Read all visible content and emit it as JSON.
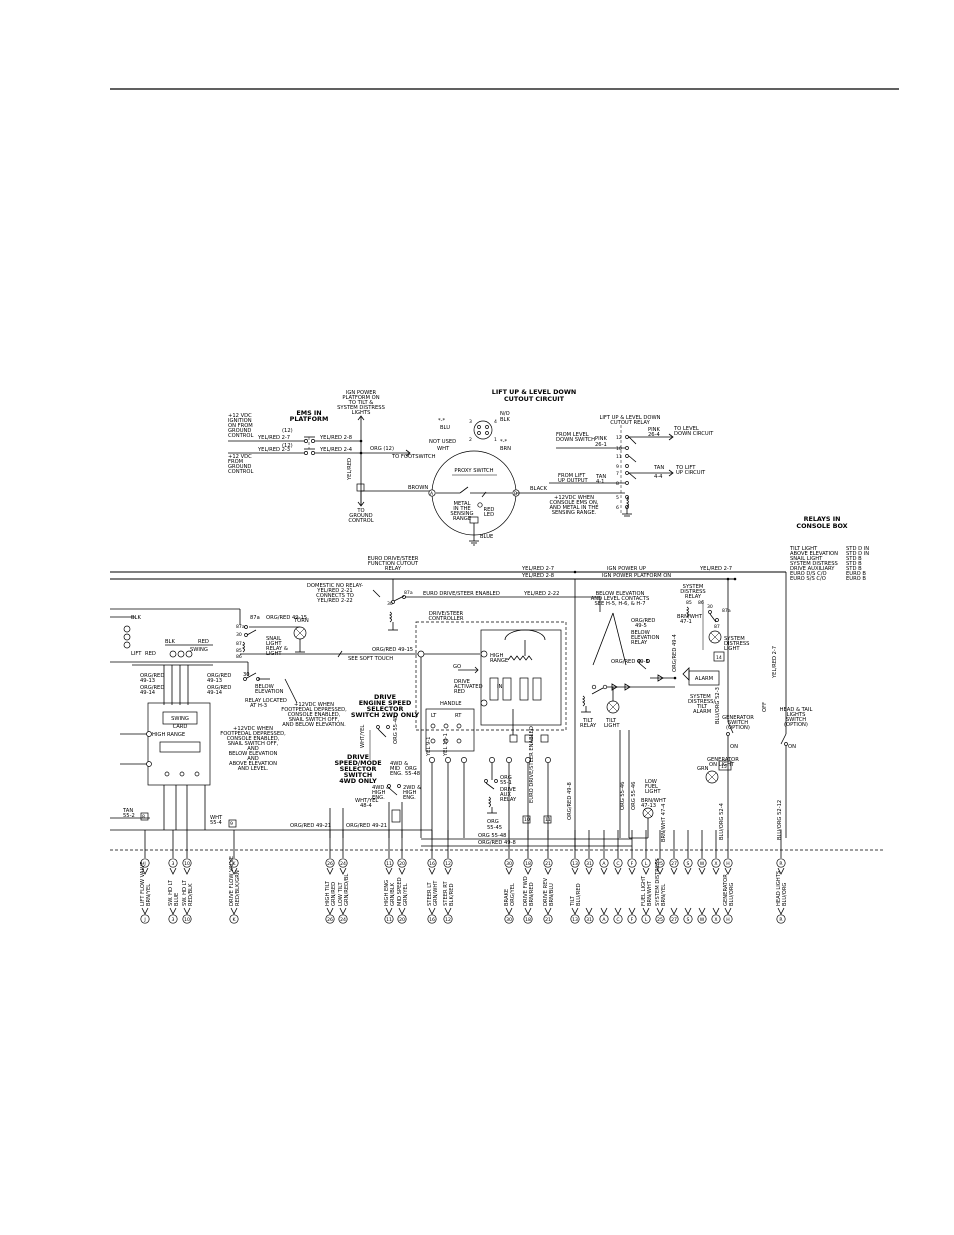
{
  "upper": {
    "title_line1": "LIFT UP & LEVEL DOWN",
    "title_line2": "CUTOUT CIRCUIT",
    "ign_power": [
      "IGN POWER",
      "PLATFORM ON",
      "TO TILT &",
      "SYSTEM DISTRESS",
      "LIGHTS"
    ],
    "vdc_ignition": [
      "+12 VDC",
      "IGNITION",
      "ON FROM",
      "GROUND",
      "CONTROL"
    ],
    "vdc_ground": [
      "+12 VDC",
      "FROM",
      "GROUND",
      "CONTROL"
    ],
    "ems": [
      "EMS IN",
      "PLATFORM"
    ],
    "wires": {
      "w27": "YEL/RED 2-7",
      "w23": "YEL/RED 2-3",
      "w28": "YEL/RED 2-8",
      "w24": "YEL/RED 2-4",
      "n12a": "(12)",
      "n12b": "(12)",
      "orgn": "ORG (12)",
      "tofoot": "TO FOOTSWITCH",
      "yelred_v": "YEL/RED",
      "toground": [
        "TO",
        "GROUND",
        "CONTROL"
      ],
      "brown": "BROWN",
      "black": "BLACK"
    },
    "connector": {
      "blu": "BLU",
      "nobl": "N/O",
      "blk": "BLK",
      "notused": "NOT USED",
      "wht": "WHT",
      "brn": "BRN",
      "pins": [
        "1",
        "2",
        "3",
        "4"
      ],
      "stars": [
        "*-*",
        "*-*"
      ]
    },
    "proxy": {
      "label": "PROXY SWITCH",
      "metal": [
        "METAL",
        "IN THE",
        "SENSING",
        "RANGE"
      ],
      "led": [
        "RED",
        "LED"
      ],
      "blue": "BLUE",
      "note": [
        "+12VDC WHEN",
        "CONSOLE EMS ON,",
        "AND METAL IN THE",
        "SENSING RANGE."
      ],
      "pin_a": "A",
      "pin_b": "B"
    },
    "relay": {
      "title": [
        "LIFT UP & LEVEL DOWN",
        "CUTOUT RELAY"
      ],
      "pink_label": "PINK",
      "pink_wire": "26-4",
      "to_level": [
        "TO LEVEL",
        "DOWN CIRCUIT"
      ],
      "from_level": [
        "FROM LEVEL",
        "DOWN SWITCH"
      ],
      "pink_in": "PINK",
      "pink_in_wire": "26-1",
      "from_lift": [
        "FROM LIFT",
        "UP OUTPUT"
      ],
      "tan_in": "TAN",
      "tan_in_wire": "4-1",
      "tan_out": "TAN",
      "tan_out_wire": "4-4",
      "to_lift": [
        "TO LIFT",
        "UP CIRCUIT"
      ],
      "pins": [
        "12",
        "10",
        "11",
        "9",
        "7",
        "8",
        "5",
        "6"
      ]
    }
  },
  "relays_box": {
    "title": [
      "RELAYS IN",
      "CONSOLE BOX"
    ],
    "rows": [
      {
        "name": "TILT LIGHT",
        "value": "STD D IN"
      },
      {
        "name": "ABOVE ELEVATION",
        "value": "STD D IN"
      },
      {
        "name": "SNAIL LIGHT",
        "value": "STD B"
      },
      {
        "name": "SYSTEM DISTRESS",
        "value": "STD B"
      },
      {
        "name": "DRIVE AUXILIARY",
        "value": "STD B"
      },
      {
        "name": "EURO D/S C/O",
        "value": "EURO B"
      },
      {
        "name": "EURO S/S C/O",
        "value": "EURO B"
      }
    ]
  },
  "lower": {
    "euro_title": [
      "EURO DRIVE/STEER",
      "FUNCTION CUTOUT",
      "RELAY"
    ],
    "bus": {
      "yelred27": "YEL/RED 2-7",
      "yelred28": "YEL/RED 2-8",
      "ign_up": "IGN POWER UP",
      "ign_plat": "IGN POWER PLATFORM ON",
      "yelred27b": "YEL/RED 2-7",
      "yelred222": "YEL/RED 2-22",
      "euro_enabled": "EURO DRIVE/STEER ENABLED",
      "domestic": [
        "DOMESTIC NO RELAY-",
        "YEL/RED 2-21",
        "CONNECTS TO",
        "YEL/RED 2-22"
      ]
    },
    "snail": {
      "wire": "ORG/RED 49-15",
      "label": [
        "SNAIL",
        "LIGHT",
        "RELAY &",
        "LIGHT"
      ],
      "torn": "TORN",
      "below_elev": [
        "BELOW",
        "ELEVATION"
      ],
      "located": [
        "RELAY LOCATED",
        "AT H-3"
      ],
      "note1": [
        "+12VDC WHEN",
        "FOOTPEDAL DEPRESSED,",
        "CONSOLE ENABLED,",
        "SNAIL SWITCH OFF,",
        "AND BELOW ELEVATION."
      ],
      "note2": [
        "+12VDC WHEN",
        "FOOTPEDAL DEPRESSED,",
        "CONSOLE ENABLED,",
        "SNAIL SWITCH OFF,",
        "AND",
        "BELOW ELEVATION",
        "AND",
        "ABOVE ELEVATION",
        "AND LEVEL."
      ],
      "pins": [
        "87a",
        "30",
        "87",
        "85",
        "86"
      ]
    },
    "swing": {
      "card": [
        "SWING",
        "CARD"
      ],
      "high_range": "HIGH RANGE",
      "lift": "LIFT",
      "red": "RED",
      "blk": "BLK",
      "swing": "SWING",
      "wires": [
        "ORG/RED",
        "49-13",
        "ORG/RED",
        "49-14",
        "ORG/RED",
        "49-13",
        "ORG/RED",
        "49-14"
      ],
      "tan": "TAN",
      "tan_wire": "55-2",
      "wht": "WHT",
      "wht_wire": "55-4"
    },
    "controller": {
      "title": [
        "DRIVE/STEER",
        "CONTROLLER"
      ],
      "high_range": [
        "HIGH",
        "RANGE"
      ],
      "drive_act": [
        "DRIVE",
        "ACTIVATED",
        "RED"
      ],
      "handle": "HANDLE",
      "lt": "LT",
      "rt": "RT",
      "soft_touch": "SEE SOFT TOUCH",
      "go": "GO",
      "in": "IN",
      "wire_main": "ORG/RED 49-15"
    },
    "drive_sel": {
      "title": [
        "DRIVE",
        "ENGINE SPEED",
        "SELECTOR",
        "SWITCH 2WD ONLY"
      ],
      "mode": [
        "DRIVE",
        "SPEED/MODE",
        "SELECTOR",
        "SWITCH",
        "4WD ONLY"
      ],
      "w4wd": [
        "4WD &",
        "HIGH",
        "ENG."
      ],
      "w2wd": [
        "2WD &",
        "HIGH",
        "ENG."
      ],
      "wmid": [
        "4WD &",
        "MID",
        "ENG."
      ],
      "org": [
        "ORG",
        "55-48"
      ],
      "whtyel": [
        "WHT/YEL",
        "48-4"
      ],
      "org4": "ORG 55-48",
      "yel91": "YEL 9-1",
      "yel101": "YEL 10-1",
      "org551": [
        "ORG",
        "55-1"
      ],
      "org5545": [
        "ORG",
        "55-45"
      ],
      "org5548": "ORG 55-48",
      "org498": "ORG/RED 49-8",
      "orgred4921": "ORG/RED 49-21",
      "orgred4921b": "ORG/RED 49-21",
      "drive_aux": [
        "DRIVE",
        "AUX",
        "RELAY"
      ]
    },
    "elevation": {
      "below": [
        "BELOW ELEVATION",
        "AND LEVEL CONTACTS",
        "SEE H-5, H-6, & H-7"
      ],
      "relay": [
        "BELOW",
        "ELEVATION",
        "RELAY"
      ],
      "wire1": [
        "ORG/RED",
        "49-5"
      ],
      "wire2": [
        "ORG/RED 49-5"
      ],
      "tilt_relay": [
        "TILT",
        "RELAY"
      ],
      "tilt_light": [
        "TILT",
        "LIGHT"
      ],
      "low_fuel": [
        "LOW",
        "FUEL",
        "LIGHT"
      ],
      "brnwht": [
        "BRN/WHT",
        "47-13"
      ],
      "brnwht2": "BRN/WHT 47-4",
      "orgred1": "ORG/RED 49-8",
      "org5546": "ORG 55-46",
      "org5546b": "ORG 55-46"
    },
    "distress": {
      "relay": [
        "SYSTEM",
        "DISTRESS",
        "RELAY"
      ],
      "light": [
        "SYSTEM",
        "DISTRESS",
        "LIGHT"
      ],
      "alarm": "ALARM",
      "tilt_alarm": [
        "SYSTEM",
        "DISTRESS/",
        "TILT",
        "ALARM"
      ],
      "brnwht": [
        "BRN/WHT",
        "47-1"
      ],
      "orgred": "ORG/RED 49-4",
      "blu": "BLU/ORG 52-3",
      "gen_switch": [
        "GENERATOR",
        "SWITCH",
        "(OPTION)"
      ],
      "gen_on": [
        "GENERATOR",
        "ON LIGHT"
      ],
      "grn": "GRN",
      "off": "OFF",
      "on": "ON",
      "blu524": "BLU/ORG 52-4",
      "head_tail": [
        "HEAD & TAIL",
        "LIGHTS",
        "SWITCH",
        "(OPTION)"
      ],
      "off2": "OFF",
      "on2": "ON",
      "yelred": "YEL/RED 2-7",
      "blu5212": "BLU/ORG 52-12",
      "num14": "14",
      "num15": "15",
      "pins": [
        "85",
        "86",
        "30",
        "87",
        "87a"
      ]
    },
    "boxes": [
      "8",
      "9",
      "10",
      "11"
    ],
    "terminals": [
      {
        "top": "J",
        "label": "LIFT FLOW VALVE",
        "wire": "BRN/YEL",
        "bot": "J"
      },
      {
        "top": "3",
        "label": "SW. HD LT",
        "wire": "BLUE",
        "bot": "3"
      },
      {
        "top": "10",
        "label": "SW. HD LT",
        "wire": "RED/BLK",
        "bot": "10"
      },
      {
        "top": "K",
        "label": "DRIVE FLOW VALVE",
        "wire": "RED/BLK/GRN",
        "bot": "K"
      },
      {
        "top": "26",
        "label": "HIGH TILT",
        "wire": "GRN/RED",
        "bot": "26"
      },
      {
        "top": "24",
        "label": "LOW TILT",
        "wire": "GRN/RED/BL",
        "bot": "24"
      },
      {
        "top": "11",
        "label": "HIGH ENG",
        "wire": "GRN/BLK",
        "bot": "11"
      },
      {
        "top": "20",
        "label": "MID SPEED",
        "wire": "GRN/YEL",
        "bot": "20"
      },
      {
        "top": "16",
        "label": "STEER LT",
        "wire": "GRN/WHT",
        "bot": "16"
      },
      {
        "top": "12",
        "label": "STEER RT",
        "wire": "BLK/RED",
        "bot": "12"
      },
      {
        "top": "30",
        "label": "BRAKE",
        "wire": "ORG/YEL",
        "bot": "30"
      },
      {
        "top": "18",
        "label": "DRIVE FWD",
        "wire": "BRN/RED",
        "bot": "18"
      },
      {
        "top": "21",
        "label": "DRIVE REV",
        "wire": "BRN/BLU",
        "bot": "21"
      },
      {
        "top": "13",
        "label": "TILT",
        "wire": "BLU/RED",
        "bot": "13"
      },
      {
        "top": "31",
        "label": "",
        "wire": "",
        "bot": "31"
      },
      {
        "top": "A",
        "label": "",
        "wire": "",
        "bot": "A"
      },
      {
        "top": "C",
        "label": "",
        "wire": "",
        "bot": "C"
      },
      {
        "top": "F",
        "label": "",
        "wire": "",
        "bot": "F"
      },
      {
        "top": "L",
        "label": "FUEL LIGHT",
        "wire": "BRN/WHT",
        "bot": "L"
      },
      {
        "top": "25",
        "label": "SYSTEM DISTRESS",
        "wire": "BRN/YEL",
        "bot": "25"
      },
      {
        "top": "27",
        "label": "",
        "wire": "",
        "bot": "27"
      },
      {
        "top": "S",
        "label": "",
        "wire": "",
        "bot": "S"
      },
      {
        "top": "W",
        "label": "",
        "wire": "",
        "bot": "W"
      },
      {
        "top": "X",
        "label": "",
        "wire": "",
        "bot": "X"
      },
      {
        "top": "H",
        "label": "GENERATOR",
        "wire": "BLU/ORG",
        "bot": "H"
      },
      {
        "top": "R",
        "label": "HEAD LIGHTS",
        "wire": "BLU/ORG",
        "bot": "R"
      }
    ]
  }
}
